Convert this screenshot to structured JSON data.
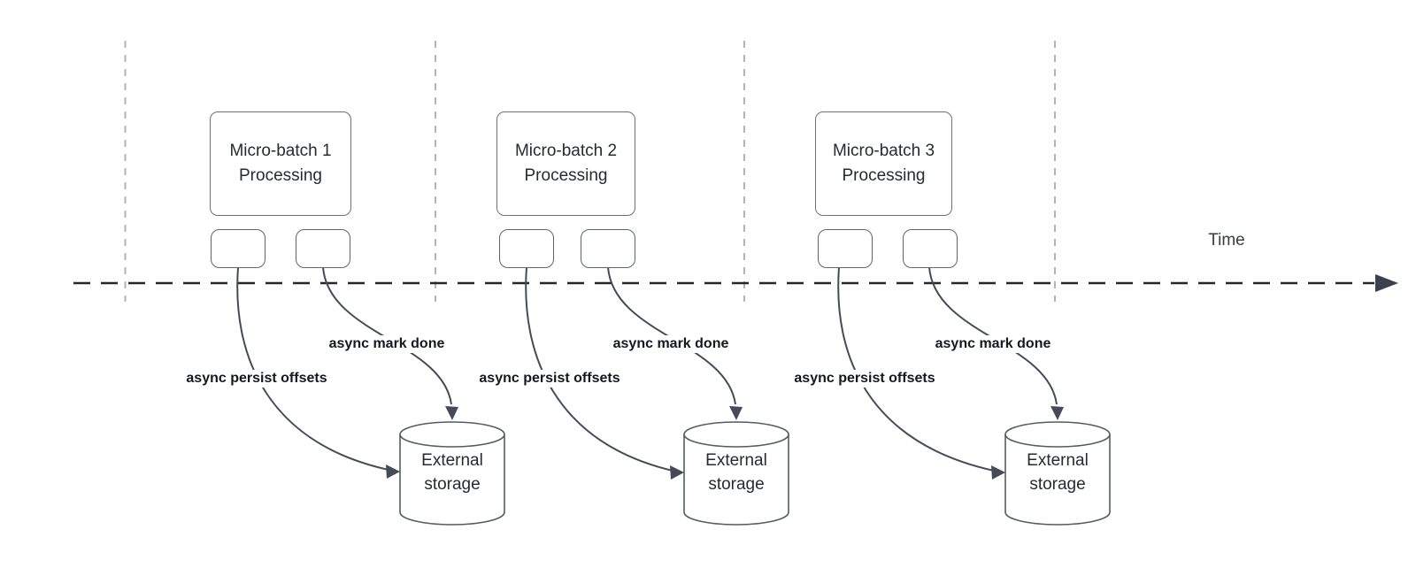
{
  "timeline": {
    "label": "Time"
  },
  "groups": [
    {
      "box_line1": "Micro-batch 1",
      "box_line2": "Processing",
      "persist_label": "async persist offsets",
      "mark_label": "async mark done",
      "storage_line1": "External",
      "storage_line2": "storage"
    },
    {
      "box_line1": "Micro-batch 2",
      "box_line2": "Processing",
      "persist_label": "async persist offsets",
      "mark_label": "async mark done",
      "storage_line1": "External",
      "storage_line2": "storage"
    },
    {
      "box_line1": "Micro-batch 3",
      "box_line2": "Processing",
      "persist_label": "async persist offsets",
      "mark_label": "async mark done",
      "storage_line1": "External",
      "storage_line2": "storage"
    }
  ],
  "colors": {
    "background": "#ffffff",
    "gridline": "#b0b3b8",
    "timeline": "#24262b",
    "arrow": "#444b58",
    "box_border": "#697078",
    "text": "#262b33",
    "label_text": "#14181f"
  }
}
